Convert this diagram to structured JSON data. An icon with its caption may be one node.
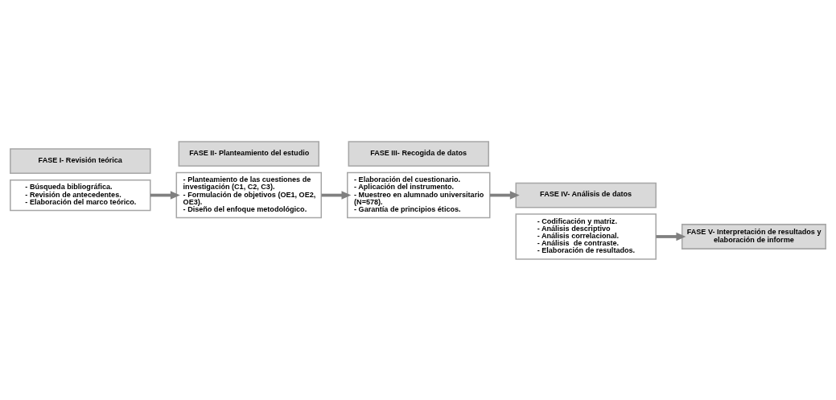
{
  "diagram": {
    "nodes": [
      {
        "text": [
          "FASE I- Revisión teórica"
        ]
      },
      {
        "text": [
          "- Búsqueda bibliográfica.",
          "- Revisión de antecedentes.",
          "- Elaboración del marco teórico."
        ]
      },
      {
        "text": [
          "FASE II- Planteamiento del estudio"
        ]
      },
      {
        "text": [
          "- Planteamiento de las cuestiones de investigación (C1, C2, C3).",
          "- Formulación de objetivos (OE1, OE2, OE3).",
          "- Diseño del enfoque metodológico."
        ]
      },
      {
        "text": [
          "FASE III- Recogida de datos"
        ]
      },
      {
        "text": [
          "- Elaboración del cuestionario.",
          "- Aplicación del instrumento.",
          "- Muestreo en alumnado universitario (N=578).",
          "- Garantía de principios éticos."
        ]
      },
      {
        "text": [
          "FASE IV- Análisis de datos"
        ]
      },
      {
        "text": [
          "- Codificación y matriz.",
          "- Análisis descriptivo",
          "- Análisis correlacional.",
          "- Análisis  de contraste.",
          "- Elaboración de resultados."
        ]
      },
      {
        "text": [
          "FASE V- Interpretación de resultados y elaboración de informe"
        ]
      }
    ],
    "edges": [
      {
        "from": 1,
        "to": 3,
        "arrow": "to"
      },
      {
        "from": 3,
        "to": 5,
        "arrow": "to"
      },
      {
        "from": 5,
        "to": 6,
        "arrow": "to"
      },
      {
        "from": 7,
        "to": 8,
        "arrow": "to"
      }
    ]
  }
}
